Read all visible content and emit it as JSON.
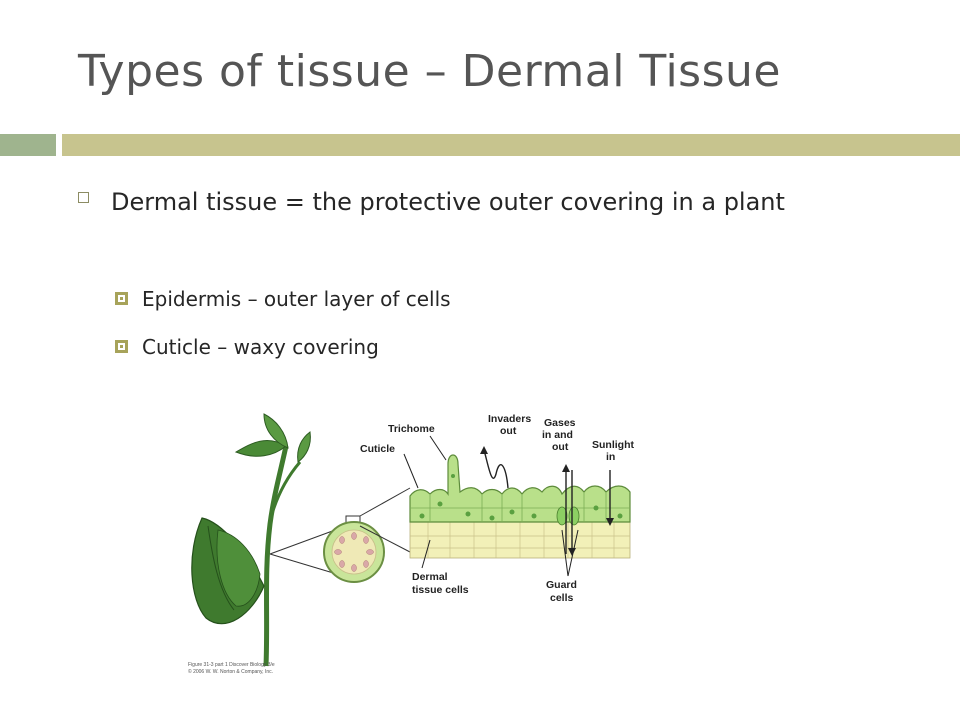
{
  "slide": {
    "title": "Types of tissue – Dermal Tissue",
    "bullet": "Dermal tissue = the protective outer covering in a plant",
    "sub_bullets": [
      "Epidermis – outer layer of cells",
      "Cuticle – waxy covering"
    ]
  },
  "figure": {
    "labels": {
      "trichome": "Trichome",
      "cuticle": "Cuticle",
      "invaders_1": "Invaders",
      "invaders_2": "out",
      "gases_1": "Gases",
      "gases_2": "in and",
      "gases_3": "out",
      "sunlight_1": "Sunlight",
      "sunlight_2": "in",
      "dermal_1": "Dermal",
      "dermal_2": "tissue cells",
      "guard_1": "Guard",
      "guard_2": "cells"
    },
    "credit_1": "Figure 31-3 part 1 Discover Biology 3/e",
    "credit_2": "© 2006 W. W. Norton & Company, Inc."
  },
  "colors": {
    "title": "#555555",
    "bar_left": "#9fb48e",
    "bar_right": "#c7c48e",
    "bullet": "#8c8c63",
    "sub_bullet": "#a7a35a",
    "leaf": "#3f7a2e",
    "epidermis": "#b9e08a",
    "inner_cells": "#f2f0b8"
  }
}
